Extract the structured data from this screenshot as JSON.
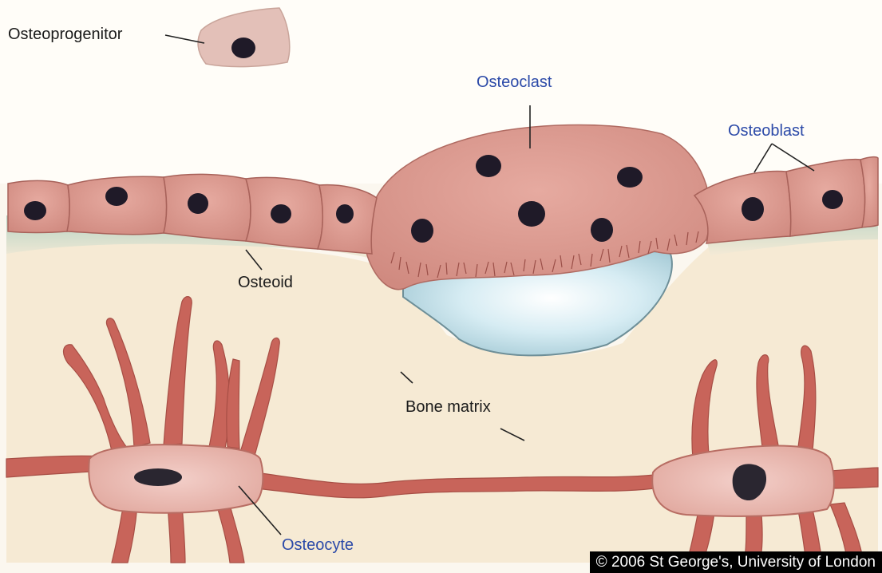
{
  "labels": {
    "osteoprogenitor": "Osteoprogenitor",
    "osteoclast": "Osteoclast",
    "osteoblast": "Osteoblast",
    "osteoid": "Osteoid",
    "bone_matrix": "Bone matrix",
    "osteocyte": "Osteocyte"
  },
  "copyright": "© 2006 St George's, University of London",
  "colors": {
    "cell": "#d9958c",
    "cell_edge": "#b86d63",
    "nucleus": "#1f1a28",
    "osteoid": "#bcd7c8",
    "bone_matrix": "#f6ead4",
    "resorption_pit": "#cfe7ef",
    "label_blue": "#2c4aa8"
  }
}
